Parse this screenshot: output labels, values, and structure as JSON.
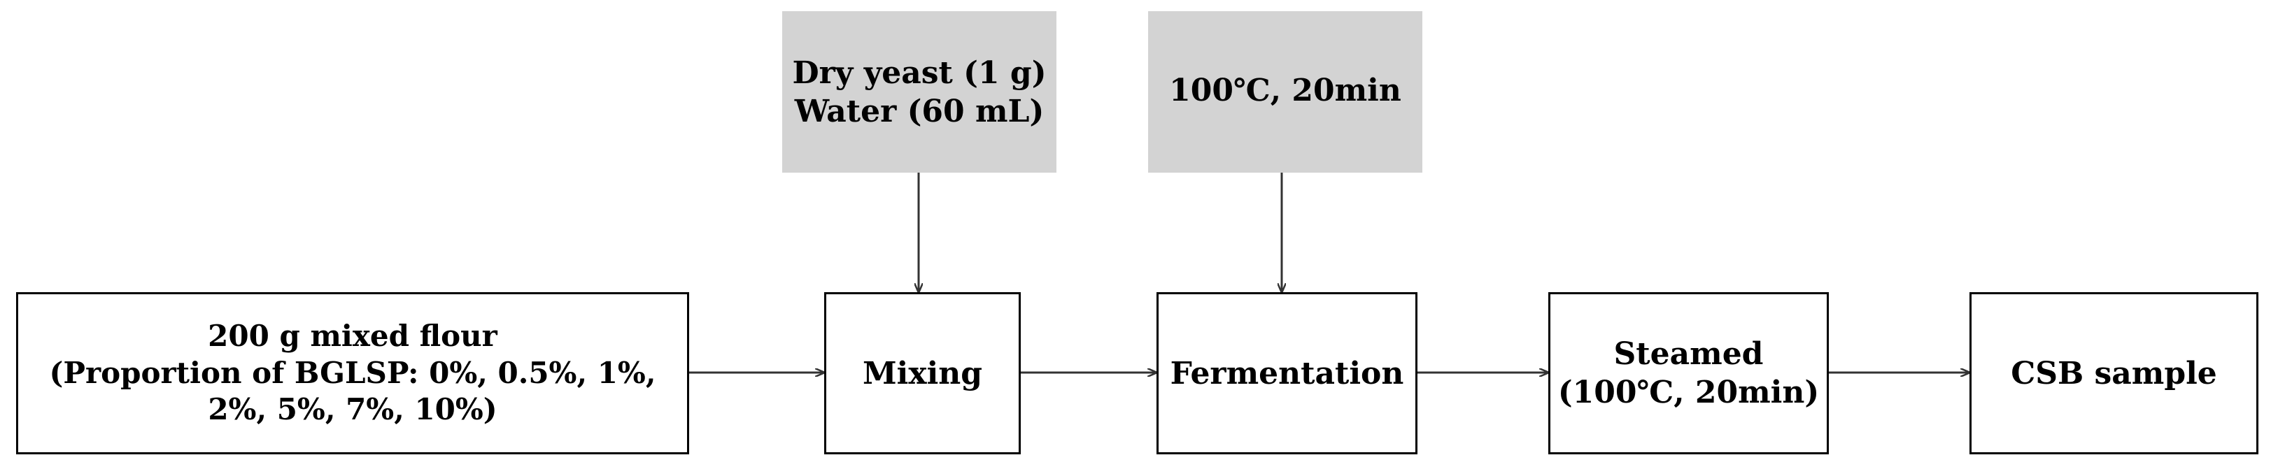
{
  "nodes": {
    "flour": {
      "lines": [
        "200 g mixed flour",
        "(Proportion of BGLSP: 0%, 0.5%, 1%,",
        "2%, 5%, 7%, 10%)"
      ]
    },
    "mixing": {
      "lines": [
        "Mixing"
      ]
    },
    "fermentation": {
      "lines": [
        "Fermentation"
      ]
    },
    "steamed": {
      "lines": [
        "Steamed",
        "(100℃, 20min)"
      ]
    },
    "sample": {
      "lines": [
        "CSB sample"
      ]
    },
    "yeast_water": {
      "lines": [
        "Dry yeast  (1 g)",
        "Water (60 mL)"
      ]
    },
    "proofing": {
      "lines": [
        "100℃, 20min"
      ]
    }
  },
  "colors": {
    "input_box_fill": "#d3d3d3",
    "process_box_border": "#000000",
    "arrow": "#333333"
  }
}
